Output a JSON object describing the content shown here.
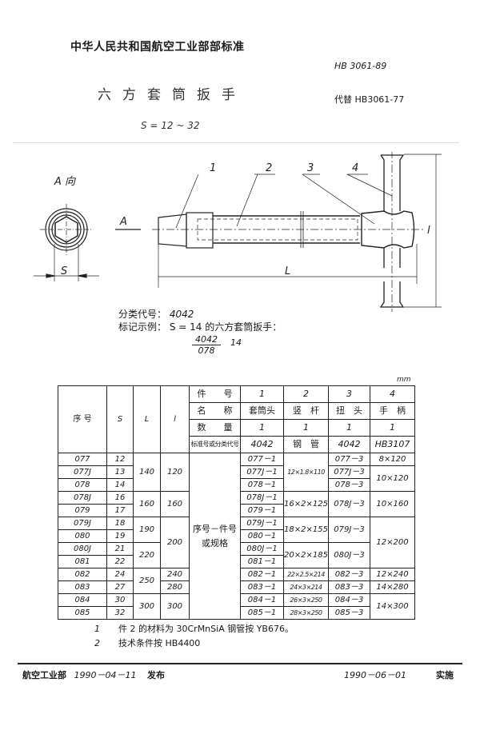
{
  "header": {
    "organization": "中华人民共和国航空工业部部标准",
    "standard_number": "HB 3061-89",
    "title": "六方套筒扳手",
    "replaces": "代替 HB3061-77",
    "size_range": "S = 12 ~ 32"
  },
  "drawing": {
    "view_label": "A 向",
    "arrow_label": "A",
    "dim_S": "S",
    "dim_L": "L",
    "dim_l": "l",
    "balloons": [
      "1",
      "2",
      "3",
      "4"
    ]
  },
  "classification": {
    "code_label": "分类代号：",
    "code_value": "4042",
    "example_label": "标记示例：",
    "example_text": "S = 14 的六方套筒扳手：",
    "fraction_numerator": "4042",
    "fraction_denominator": "078",
    "fraction_value": "14"
  },
  "table": {
    "unit": "mm",
    "col_headers": {
      "seq": "序 号",
      "S": "S",
      "L": "L",
      "l": "l"
    },
    "part_rows": {
      "part_no_label": "件　　号",
      "name_label": "名　　称",
      "qty_label": "数　　量",
      "std_label": "标准号或分类代号",
      "parts": [
        {
          "no": "1",
          "name": "套筒头",
          "qty": "1",
          "std": "4042"
        },
        {
          "no": "2",
          "name": "竖　杆",
          "qty": "1",
          "std": "钢　管"
        },
        {
          "no": "3",
          "name": "扭　头",
          "qty": "1",
          "std": "4042"
        },
        {
          "no": "4",
          "name": "手　柄",
          "qty": "1",
          "std": "HB3107"
        }
      ]
    },
    "merged_label": "序号－件号\n或规格",
    "merged_label_line1": "序号－件号",
    "merged_label_line2": "或规格",
    "rows": [
      {
        "seq": "077",
        "S": "12",
        "p1": "077－1",
        "p3": "077－3"
      },
      {
        "seq": "077J",
        "S": "13",
        "p1": "077J－1",
        "p3": "077J－3"
      },
      {
        "seq": "078",
        "S": "14",
        "p1": "078－1",
        "p3": "078－3"
      },
      {
        "seq": "078J",
        "S": "16",
        "p1": "078J－1",
        "p3": "078J－3"
      },
      {
        "seq": "079",
        "S": "17",
        "p1": "079－1"
      },
      {
        "seq": "079J",
        "S": "18",
        "p1": "079J－1",
        "p3": "079J－3"
      },
      {
        "seq": "080",
        "S": "19",
        "p1": "080－1"
      },
      {
        "seq": "080J",
        "S": "21",
        "p1": "080J－1",
        "p3": "080J－3"
      },
      {
        "seq": "081",
        "S": "22",
        "p1": "081－1"
      },
      {
        "seq": "082",
        "S": "24",
        "p1": "082－1",
        "p3": "082－3"
      },
      {
        "seq": "083",
        "S": "27",
        "p1": "083－1",
        "p3": "083－3"
      },
      {
        "seq": "084",
        "S": "30",
        "p1": "084－1",
        "p3": "084－3"
      },
      {
        "seq": "085",
        "S": "32",
        "p1": "085－1",
        "p3": "085－3"
      }
    ],
    "L_groups": [
      "140",
      "160",
      "190",
      "220",
      "250",
      "300"
    ],
    "l_groups": [
      "120",
      "160",
      "200",
      "240",
      "280",
      "300"
    ],
    "p2_groups": [
      "12×1.8×110",
      "16×2×125",
      "18×2×155",
      "20×2×185",
      "22×2.5×214",
      "24×3×214",
      "26×3×250",
      "28×3×250"
    ],
    "p4_groups": [
      "8×120",
      "10×120",
      "10×160",
      "12×200",
      "12×240",
      "14×280",
      "14×300"
    ]
  },
  "notes": [
    {
      "num": "1",
      "text": "件 2 的材料为 30CrMnSiA 钢管按 YB676。"
    },
    {
      "num": "2",
      "text": "技术条件按 HB4400"
    }
  ],
  "footer": {
    "issuer": "航空工业部",
    "issue_date": "1990－04－11",
    "issue_label": "发布",
    "effective_date": "1990－06－01",
    "effective_label": "实施"
  }
}
